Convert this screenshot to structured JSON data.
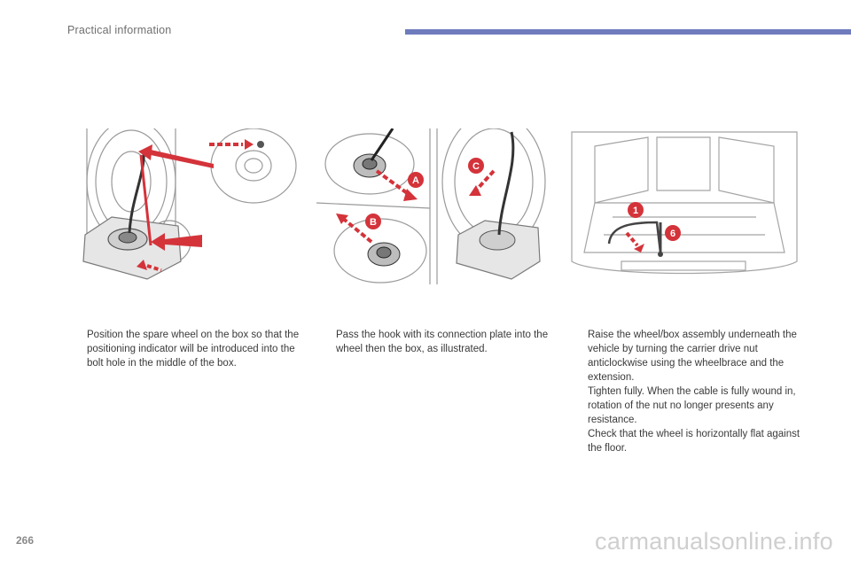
{
  "header": {
    "title": "Practical information",
    "accent_color": "#6e7bbd"
  },
  "figures": {
    "callouts": {
      "a": "A",
      "b": "B",
      "c": "C",
      "one": "1",
      "six": "6"
    }
  },
  "columns": [
    {
      "items": [
        {
          "bullet": "",
          "text": "Position the spare wheel on the box so that the positioning indicator will be introduced into the bolt hole in the middle of the box."
        }
      ]
    },
    {
      "items": [
        {
          "bullet": "",
          "text": "Pass the hook with its connection plate into the wheel then the box, as illustrated."
        }
      ]
    },
    {
      "items": [
        {
          "bullet": "",
          "text": "Raise the wheel/box assembly underneath the vehicle by turning the carrier drive nut anticlockwise using the wheelbrace and the extension."
        },
        {
          "bullet": "",
          "text": "Tighten fully. When the cable is fully wound in, rotation of the nut no longer presents any resistance."
        }
      ],
      "note": "Check that the wheel is horizontally flat against the floor."
    }
  ],
  "footer": {
    "page_number": "266",
    "watermark": "carmanualsonline.info"
  }
}
